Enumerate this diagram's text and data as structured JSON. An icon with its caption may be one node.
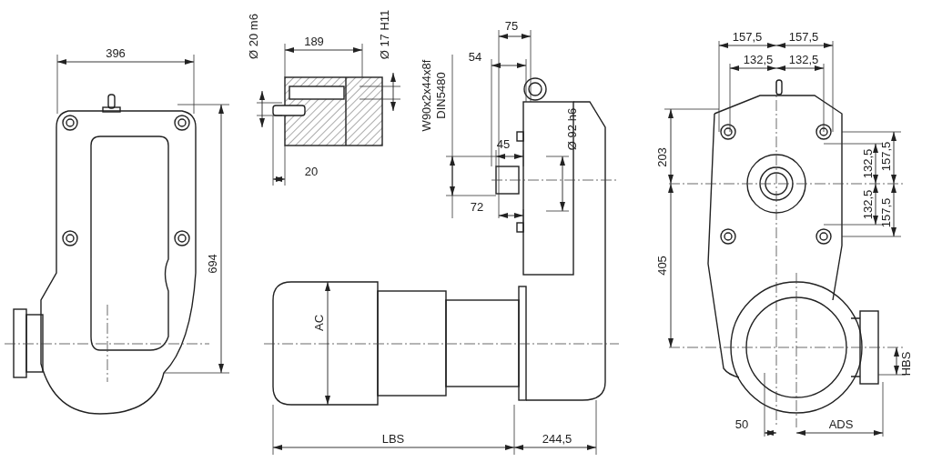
{
  "diagram": {
    "labels": [
      "396",
      "694",
      "Ø 20 m6",
      "189",
      "Ø 17 H11",
      "20",
      "W90x2x44x8f",
      "DIN5480",
      "75",
      "54",
      "45",
      "Ø 92 h6",
      "72",
      "AC",
      "LBS",
      "244,5",
      "157,5",
      "157,5",
      "132,5",
      "132,5",
      "203",
      "132,5",
      "157,5",
      "132,5",
      "157,5",
      "405",
      "HBS",
      "50",
      "ADS"
    ]
  }
}
